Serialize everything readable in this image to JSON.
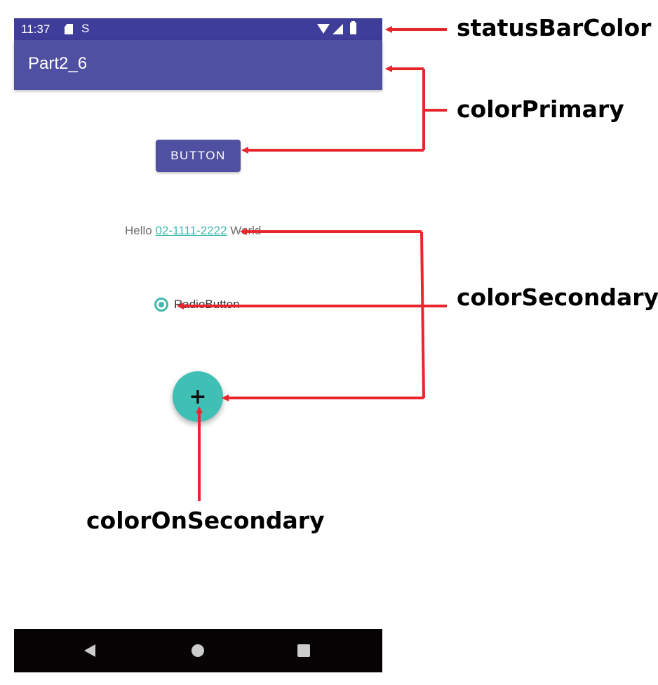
{
  "status_bar": {
    "time": "11:37",
    "sync_glyph": "S",
    "color": "#3f3d9a",
    "icons": [
      "sd-card-icon",
      "sync-icon",
      "wifi-icon",
      "signal-icon",
      "battery-icon"
    ]
  },
  "app_bar": {
    "title": "Part2_6",
    "color": "#5050a2"
  },
  "main": {
    "button_label": "BUTTON",
    "hello_prefix": "Hello ",
    "phone_link": "02-1111-2222",
    "hello_suffix": " World",
    "radio_label": "RadioButton",
    "fab_glyph": "+",
    "secondary_color": "#40c0b4"
  },
  "nav_bar": {
    "icons": [
      "back-icon",
      "home-icon",
      "recents-icon"
    ]
  },
  "annotations": {
    "status_bar_color": "statusBarColor",
    "color_primary": "colorPrimary",
    "color_secondary": "colorSecondary",
    "color_on_secondary": "colorOnSecondary",
    "arrow_color": "#e8262b"
  }
}
